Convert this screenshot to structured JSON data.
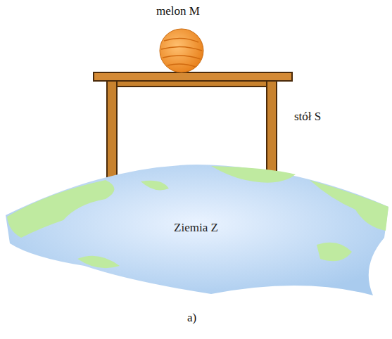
{
  "diagram": {
    "nodes": [
      {
        "text": [
          "Ziemia Z"
        ]
      }
    ],
    "labels": [
      "melon M",
      "stół S",
      "a)"
    ]
  }
}
